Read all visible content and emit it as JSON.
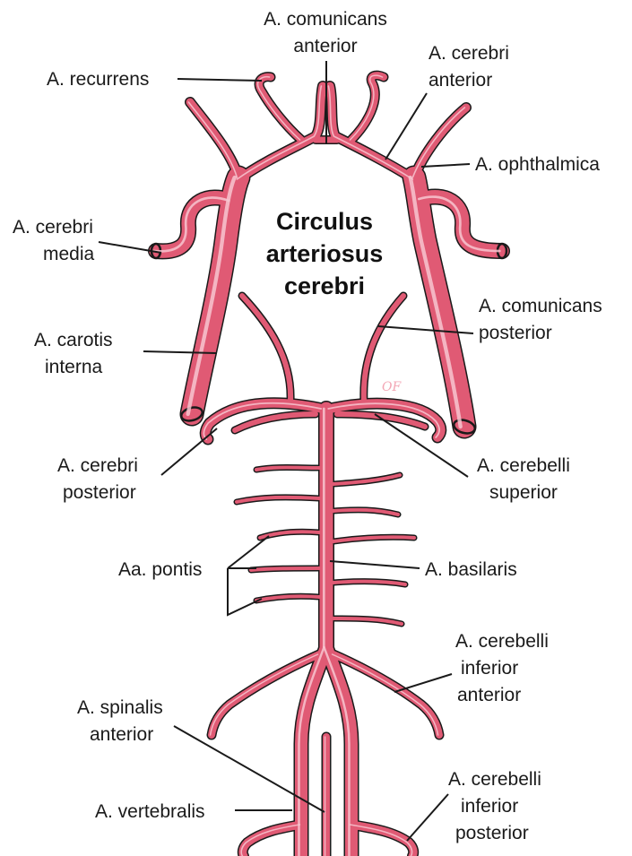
{
  "title": [
    "Circulus",
    "arteriosus",
    "cerebri"
  ],
  "signature": "OF",
  "labels": {
    "comunicans_anterior": [
      "A. comunicans",
      "anterior"
    ],
    "recurrens": [
      "A. recurrens"
    ],
    "cerebri_anterior": [
      "A. cerebri",
      "anterior"
    ],
    "ophthalmica": [
      "A. ophthalmica"
    ],
    "cerebri_media": [
      "A. cerebri",
      "media"
    ],
    "comunicans_posterior": [
      "A. comunicans",
      "posterior"
    ],
    "carotis_interna": [
      "A. carotis",
      "interna"
    ],
    "cerebri_posterior": [
      "A. cerebri",
      "posterior"
    ],
    "cerebelli_superior": [
      "A. cerebelli",
      "superior"
    ],
    "pontis": [
      "Aa. pontis"
    ],
    "basilaris": [
      "A. basilaris"
    ],
    "cerebelli_inferior_anterior": [
      "A. cerebelli",
      "inferior",
      "anterior"
    ],
    "spinalis_anterior": [
      "A. spinalis",
      "anterior"
    ],
    "vertebralis": [
      "A. vertebralis"
    ],
    "cerebelli_inferior_posterior": [
      "A. cerebelli",
      "inferior",
      "posterior"
    ]
  },
  "colors": {
    "artery": "#e05a74",
    "outline": "#1a1a1a",
    "highlight": "#f7c6d0",
    "background": "#ffffff"
  }
}
